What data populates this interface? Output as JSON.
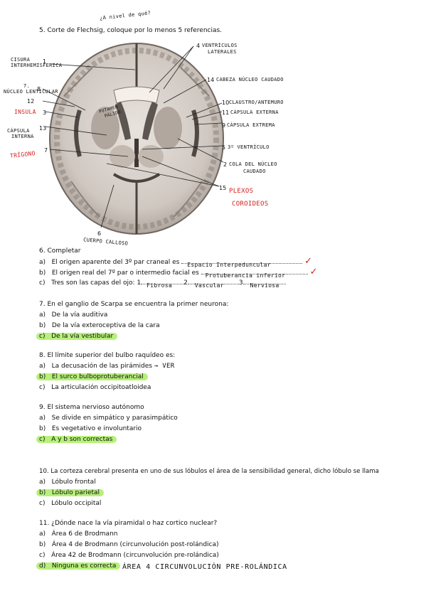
{
  "top_note": "¿A nivel de qué?",
  "q5": {
    "title": "5.   Corte de Flechsig, coloque por lo menos 5 referencias.",
    "labels_left": [
      {
        "n": "1",
        "text": [
          "CISURA",
          "INTERHEMISFERICA"
        ]
      },
      {
        "n": "8",
        "text": [
          "7.",
          "NÚCLEO LENTICULAR"
        ]
      },
      {
        "n": "12",
        "text": []
      },
      {
        "n": "3",
        "text": [
          "INSULA"
        ]
      },
      {
        "n": "13",
        "text": [
          "CÁPSULA",
          "INTERNA"
        ]
      },
      {
        "n": "7",
        "text": [
          "TRÍGONO"
        ]
      }
    ],
    "labels_right": [
      {
        "n": "4",
        "text": [
          "VENTRÍCULOS",
          "LATERALES"
        ]
      },
      {
        "n": "14",
        "text": [
          "CABEZA NÚCLEO CAUDADO"
        ]
      },
      {
        "n": "10",
        "text": [
          "CLAUSTRO/ANTEMURO"
        ]
      },
      {
        "n": "11",
        "text": [
          "CÁPSULA EXTERNA"
        ]
      },
      {
        "n": "9",
        "text": [
          "CÁPSULA EXTREMA"
        ]
      },
      {
        "n": "5",
        "text": [
          "3º VENTRÍCULO"
        ]
      },
      {
        "n": "2",
        "text": [
          "COLA DEL NÚCLEO",
          "CAUDADO"
        ]
      },
      {
        "n": "15",
        "text": [
          "PLEXOS",
          "COROIDEOS"
        ]
      }
    ],
    "center_note": [
      "PUTAMEN",
      "PÁLIDO"
    ],
    "bottom": {
      "n": "6",
      "text": "CUERPO CALLOSO"
    }
  },
  "q6": {
    "title": "6.   Completar",
    "items": [
      {
        "k": "a)",
        "text": "El origen aparente del 3º par craneal es",
        "answer": "Espacio Interpeduncular"
      },
      {
        "k": "b)",
        "text": "El origen real del 7º par o intermedio facial es",
        "answer": "Protuberancia inferior"
      },
      {
        "k": "c)",
        "text": "Tres son las capas del ojo: 1",
        "a1": "Fibrosa",
        "m2": "2",
        "a2": "Vascular",
        "m3": "3",
        "a3": "Nerviosa"
      }
    ]
  },
  "q7": {
    "title": "7.   En el ganglio de Scarpa se encuentra la primer neurona:",
    "options": [
      {
        "k": "a)",
        "text": "De la vía auditiva"
      },
      {
        "k": "b)",
        "text": "De la vía exteroceptiva de la cara"
      },
      {
        "k": "c)",
        "text": "De la vía vestibular",
        "selected": true
      }
    ]
  },
  "q8": {
    "title": "8.   El límite superior del bulbo raquídeo es:",
    "options": [
      {
        "k": "a)",
        "text": "La decusación de las pirámides",
        "note": "→ VER"
      },
      {
        "k": "b)",
        "text": "El surco bulboprotuberancial",
        "selected": true
      },
      {
        "k": "c)",
        "text": "La articulación occipitoatloidea"
      }
    ]
  },
  "q9": {
    "title": "9.   El sistema nervioso autónomo",
    "options": [
      {
        "k": "a)",
        "text": "Se divide en simpático y parasimpático"
      },
      {
        "k": "b)",
        "text": "Es vegetativo e involuntario"
      },
      {
        "k": "c)",
        "text": "A y b son correctas",
        "selected": true
      }
    ]
  },
  "q10": {
    "title": "10.  La corteza cerebral presenta en uno de sus lóbulos el área de la sensibilidad general, dicho lóbulo se llama",
    "options": [
      {
        "k": "a)",
        "text": "Lóbulo frontal"
      },
      {
        "k": "b)",
        "text": "Lóbulo parietal",
        "selected": true
      },
      {
        "k": "c)",
        "text": "Lóbulo occipital"
      }
    ]
  },
  "q11": {
    "title": "11.  ¿Dónde nace la vía piramidal o haz cortico nuclear?",
    "options": [
      {
        "k": "a)",
        "text": "Área 6 de Brodmann"
      },
      {
        "k": "b)",
        "text": "Área 4 de Brodmann (circunvolución post-rolándica)"
      },
      {
        "k": "c)",
        "text": "Área 42 de Brodmann (circunvolución pre-rolándica)"
      },
      {
        "k": "d)",
        "text": "Ninguna es correcta",
        "selected": true
      }
    ],
    "note": "ÁREA 4 CIRCUNVOLUCIÓN PRE-ROLÁNDICA"
  },
  "colors": {
    "highlight": "#b7f07a",
    "red_ink": "#d32222"
  }
}
